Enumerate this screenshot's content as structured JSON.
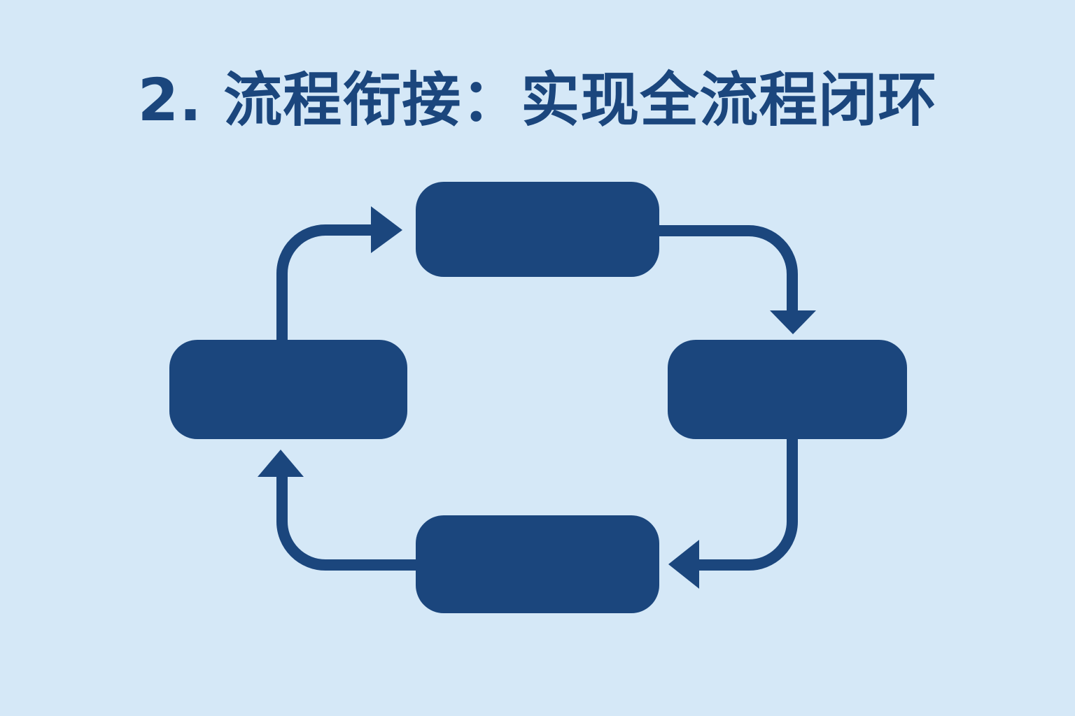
{
  "title": "2. 流程衔接：实现全流程闭环",
  "colors": {
    "background": "#d5e8f7",
    "primary": "#1b467d"
  },
  "diagram": {
    "type": "cycle",
    "direction": "clockwise",
    "nodes": [
      {
        "id": "top",
        "label": ""
      },
      {
        "id": "right",
        "label": ""
      },
      {
        "id": "bottom",
        "label": ""
      },
      {
        "id": "left",
        "label": ""
      }
    ],
    "edges": [
      {
        "from": "top",
        "to": "right"
      },
      {
        "from": "right",
        "to": "bottom"
      },
      {
        "from": "bottom",
        "to": "left"
      },
      {
        "from": "left",
        "to": "top"
      }
    ]
  }
}
